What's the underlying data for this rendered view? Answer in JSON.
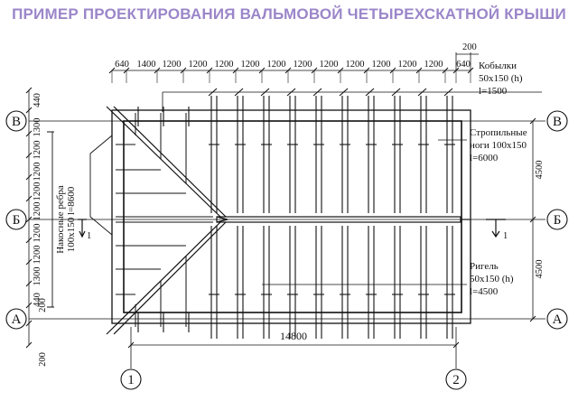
{
  "title": "ПРИМЕР ПРОЕКТИРОВАНИЯ ВАЛЬМОВОЙ ЧЕТЫРЕХСКАТНОЙ КРЫШИ",
  "colors": {
    "title": "#9b86c9",
    "line": "#111111"
  },
  "axes": {
    "rows": [
      "В",
      "Б",
      "А"
    ],
    "cols": [
      "1",
      "2"
    ]
  },
  "top_dims": [
    "640",
    "1400",
    "1200",
    "1200",
    "1200",
    "1200",
    "1200",
    "1200",
    "1200",
    "1200",
    "1200",
    "1200",
    "1200",
    "640"
  ],
  "top_extra": "200",
  "left_dims": [
    "440",
    "1300",
    "1200",
    "1200",
    "1200",
    "1200",
    "1200",
    "1200",
    "1300",
    "440"
  ],
  "left_small": [
    "200",
    "200"
  ],
  "overall_width": "14800",
  "right_dims": [
    "4500",
    "4500"
  ],
  "section_mark": "1",
  "annotations": {
    "kobylki": [
      "Кобылки",
      "50х150 (h)",
      "l=1500"
    ],
    "strop": [
      "Стропильные",
      "ноги 100х150",
      "l=6000"
    ],
    "rigel": [
      "Ригель",
      "50х150 (h)",
      "l=4500"
    ],
    "hip": [
      "Накосные ребра",
      "100х150 l=8600"
    ]
  }
}
